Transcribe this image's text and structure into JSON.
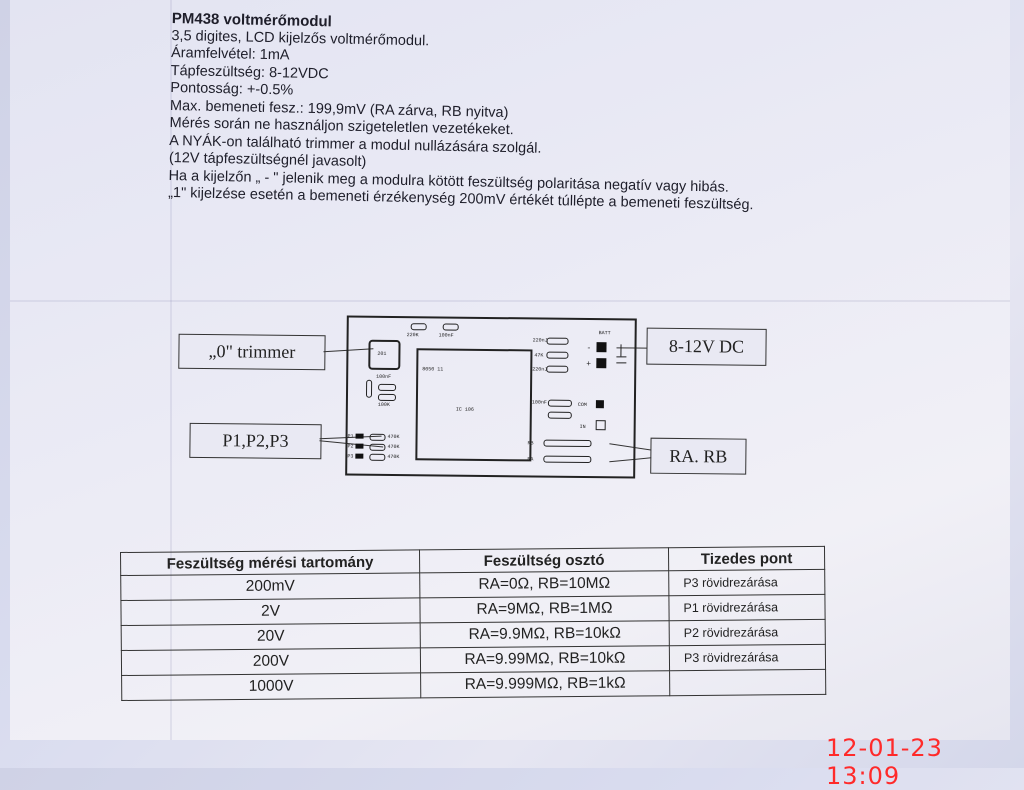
{
  "document": {
    "title": "PM438 voltmérőmodul",
    "lines": [
      "3,5 digites, LCD kijelzős voltmérőmodul.",
      "Áramfelvétel: 1mA",
      "Tápfeszültség: 8-12VDC",
      "Pontosság: +-0.5%",
      "Max. bemeneti fesz.: 199,9mV (RA zárva, RB nyitva)",
      "Mérés során ne használjon szigeteletlen vezetékeket.",
      "A NYÁK-on található trimmer a modul nullázására szolgál.",
      "(12V tápfeszültségnél javasolt)",
      "Ha a kijelzőn „ - \" jelenik meg a modulra kötött feszültség polaritása negatív vagy hibás.",
      "„1\" kijelzése esetén a bemeneti érzékenység 200mV értékét túllépte a bemeneti feszültség."
    ]
  },
  "diagram": {
    "labels": {
      "trimmer": "„0\" trimmer",
      "p_pins": "P1,P2,P3",
      "dc": "8-12V DC",
      "ra_rb": "RA. RB"
    },
    "pcb_text": {
      "r1": "220K",
      "c1": "100nF",
      "pot": "201",
      "r_top_right": "220nJ",
      "r_47k": "47K",
      "r_220": "220nJ",
      "batt": "BATT",
      "minus": "-",
      "plus": "+",
      "chip_top": "8050 11",
      "chip_mid": "IC 106",
      "cap": "100nF",
      "r100": "100K",
      "c100": "100nF",
      "com": "COM",
      "in": "IN",
      "p1": "P1",
      "p2": "P2",
      "p3": "P3",
      "r470a": "470K",
      "r470b": "470K",
      "r470c": "470K",
      "ra": "RA",
      "rb": "RB"
    }
  },
  "table": {
    "headers": [
      "Feszültség mérési tartomány",
      "Feszültség osztó",
      "Tizedes pont"
    ],
    "rows": [
      [
        "200mV",
        "RA=0Ω, RB=10MΩ",
        "P3  rövidrezárása"
      ],
      [
        "2V",
        "RA=9MΩ, RB=1MΩ",
        "P1  rövidrezárása"
      ],
      [
        "20V",
        "RA=9.9MΩ, RB=10kΩ",
        "P2  rövidrezárása"
      ],
      [
        "200V",
        "RA=9.99MΩ, RB=10kΩ",
        "P3  rövidrezárása"
      ],
      [
        "1000V",
        "RA=9.999MΩ, RB=1kΩ",
        ""
      ]
    ]
  },
  "timestamp": "12-01-23 13:09",
  "colors": {
    "stamp": "#ff2a2a",
    "ink": "#1e1e2a"
  }
}
